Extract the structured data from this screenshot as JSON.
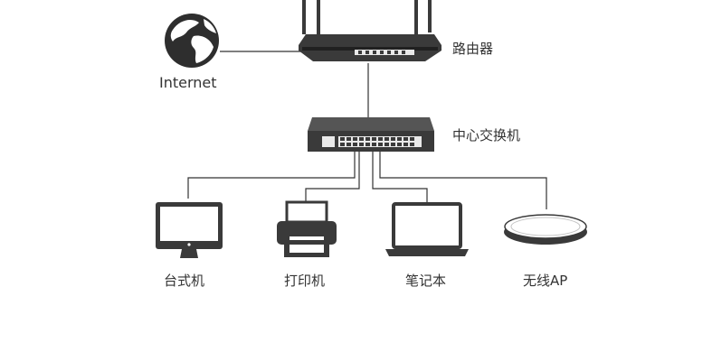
{
  "nodes": {
    "internet": {
      "label": "Internet",
      "icon": "globe-icon"
    },
    "router": {
      "label": "路由器",
      "icon": "router-icon"
    },
    "switch": {
      "label": "中心交换机",
      "icon": "switch-icon"
    },
    "desktop": {
      "label": "台式机",
      "icon": "desktop-monitor-icon"
    },
    "printer": {
      "label": "打印机",
      "icon": "printer-icon"
    },
    "laptop": {
      "label": "笔记本",
      "icon": "laptop-icon"
    },
    "ap": {
      "label": "无线AP",
      "icon": "wireless-ap-icon"
    }
  },
  "colors": {
    "line": "#333333",
    "device": "#3a3a3a",
    "panel": "#e9e9e9"
  }
}
